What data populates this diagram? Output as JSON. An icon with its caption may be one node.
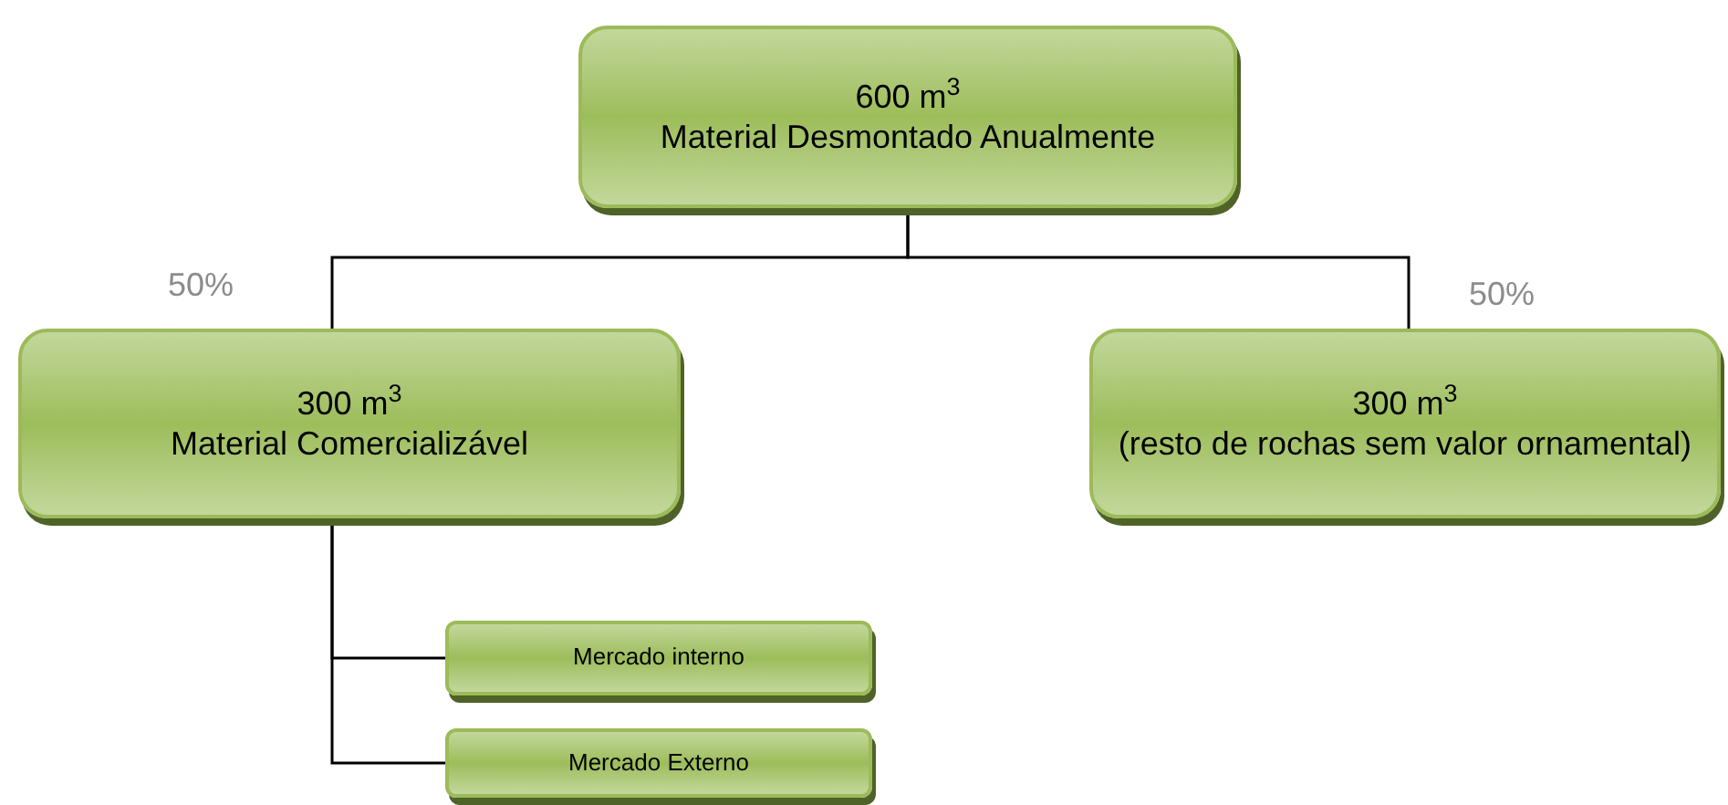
{
  "diagram": {
    "nodes": [
      {
        "text": [
          "600 m$^{3}$",
          "Material Desmontado Anualmente"
        ]
      },
      {
        "text": [
          "300 m$^{3}$",
          "Material Comercializável"
        ]
      },
      {
        "text": [
          "300 m$^{3}$",
          "(resto de rochas sem valor ornamental)"
        ]
      },
      {
        "text": [
          "Mercado interno"
        ]
      },
      {
        "text": [
          "Mercado Externo"
        ]
      }
    ],
    "edges": [
      {
        "from": 0,
        "to": 1,
        "arrow": "none"
      },
      {
        "from": 0,
        "to": 2,
        "arrow": "none"
      },
      {
        "from": 1,
        "to": 3,
        "arrow": "none"
      },
      {
        "from": 1,
        "to": 4,
        "arrow": "none"
      }
    ],
    "labels": [
      "50%",
      "50%"
    ]
  }
}
